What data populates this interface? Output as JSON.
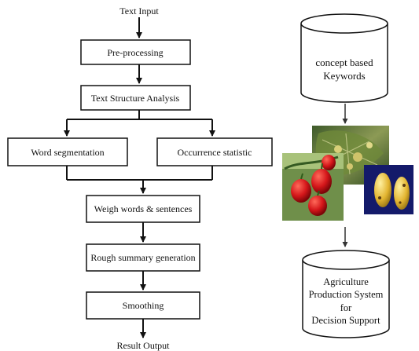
{
  "flow": {
    "input_label": "Text Input",
    "output_label": "Result  Output",
    "steps": {
      "preprocessing": "Pre-processing",
      "structure": "Text Structure Analysis",
      "segmentation": "Word segmentation",
      "occurrence": "Occurrence statistic",
      "weigh": "Weigh words & sentences",
      "rough": "Rough summary generation",
      "smoothing": "Smoothing"
    }
  },
  "right": {
    "keywords_db": {
      "line1": "concept based",
      "line2": "Keywords"
    },
    "decision_db": {
      "line1": "Agriculture",
      "line2": "Production System",
      "line3": "for",
      "line4": "Decision Support"
    },
    "images": {
      "leaf": "diseased-leaf-image",
      "peppers": "red-peppers-image",
      "papaya": "papaya-fruit-image"
    }
  }
}
